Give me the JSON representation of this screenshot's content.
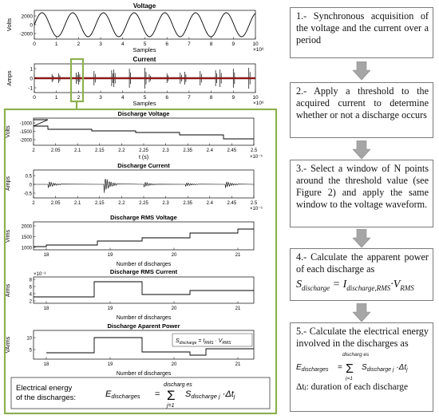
{
  "top_plots": {
    "voltage": {
      "title": "Voltage",
      "ylabel": "Volts",
      "xlabel": "Samples",
      "exponent": "×10⁶",
      "yticks": [
        "2000",
        "0",
        "-2000"
      ],
      "xticks": [
        "0",
        "1",
        "2",
        "3",
        "4",
        "5",
        "6",
        "7",
        "8",
        "9",
        "10"
      ]
    },
    "current": {
      "title": "Current",
      "ylabel": "Amps",
      "xlabel": "Samples",
      "exponent": "×10⁶",
      "yticks": [
        "1",
        "0",
        "-1"
      ],
      "xticks": [
        "0",
        "1",
        "2",
        "3",
        "4",
        "5",
        "6",
        "7",
        "8",
        "9",
        "10"
      ]
    }
  },
  "detail_plots": {
    "discharge_voltage": {
      "title": "Discharge Voltage",
      "ylabel": "Volts",
      "xlabel": "t (s)",
      "exponent": "×10⁻⁵",
      "yticks": [
        "-1000",
        "-1500",
        "-2000"
      ],
      "xticks": [
        "2",
        "2.05",
        "2.1",
        "2.15",
        "2.2",
        "2.25",
        "2.3",
        "2.35",
        "2.4",
        "2.45",
        "2.5"
      ]
    },
    "discharge_current": {
      "title": "Discharge Current",
      "ylabel": "Amps",
      "exponent": "×10⁻⁵",
      "yticks": [
        "0.5",
        "0",
        "-0.5"
      ],
      "xticks": [
        "2",
        "2.05",
        "2.1",
        "2.15",
        "2.2",
        "2.25",
        "2.3",
        "2.35",
        "2.4",
        "2.45",
        "2.5"
      ]
    },
    "discharge_rms_voltage": {
      "title": "Discharge RMS Voltage",
      "ylabel": "Vrms",
      "xlabel": "Number of discharges",
      "yticks": [
        "2000",
        "1500",
        "1000"
      ],
      "xticks": [
        "18",
        "19",
        "20",
        "21"
      ]
    },
    "discharge_rms_current": {
      "title": "Discharge RMS Current",
      "ylabel": "Arms",
      "xlabel": "Number of discharges",
      "exponent": "×10⁻³",
      "yticks": [
        "8",
        "6",
        "4",
        "2"
      ],
      "xticks": [
        "18",
        "19",
        "20",
        "21"
      ]
    },
    "discharge_apparent_power": {
      "title": "Discharge Aparent Power",
      "ylabel": "VArms",
      "xlabel": "Number of discharges",
      "yticks": [
        "10",
        "5"
      ],
      "xticks": [
        "18",
        "19",
        "20",
        "21"
      ],
      "annotation": "S_discharge = I_RMS · V_RMS"
    }
  },
  "energy_box": {
    "label_line1": "Electrical energy",
    "label_line2": "of the discharges:"
  },
  "steps": [
    {
      "text": "1.- Synchronous acquisition of the voltage and the current over a period"
    },
    {
      "text": "2.- Apply a threshold to the acquired current to determine whether or not a discharge occurs"
    },
    {
      "text": "3.- Select a window of N points around the threshold value (see Figure 2) and apply the same window to the voltage waveform."
    },
    {
      "text": "4.- Calculate the apparent power of each discharge as"
    },
    {
      "text": "5.- Calculate the electrical energy involved in the discharges as",
      "note": "Δtⱼ: duration of each discharge"
    }
  ],
  "colors": {
    "highlight": "#8db150",
    "arrow": "#a6a6a6",
    "current_trace": "#8b1a1a"
  }
}
